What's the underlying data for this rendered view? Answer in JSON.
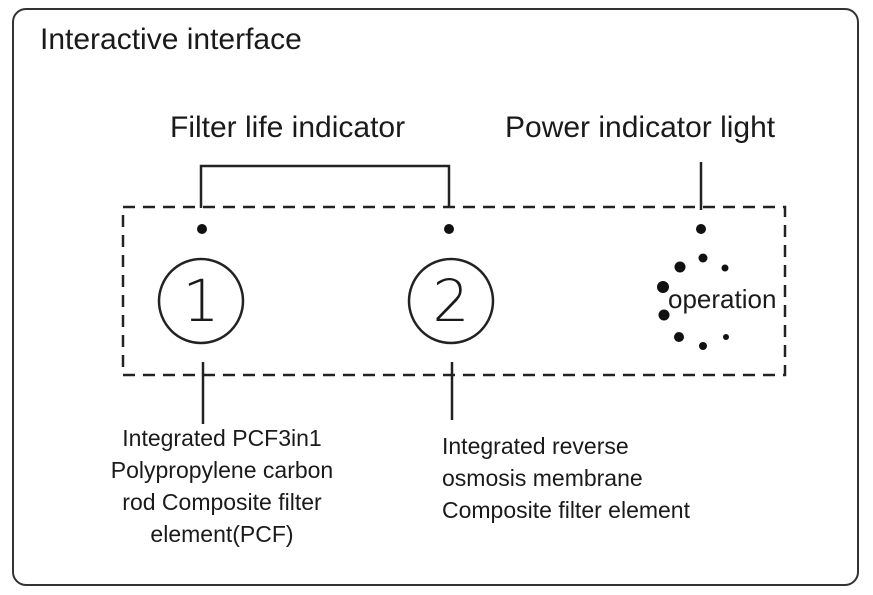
{
  "title": "Interactive interface",
  "labels": {
    "filter_life": "Filter life indicator",
    "power_indicator": "Power indicator light"
  },
  "buttons": {
    "button1": "1",
    "button2": "2",
    "operation": "operation"
  },
  "descriptions": {
    "left": [
      "Integrated PCF3in1",
      "Polypropylene carbon",
      "rod Composite filter",
      "element(PCF)"
    ],
    "right": [
      "Integrated reverse",
      "osmosis membrane",
      "Composite filter element"
    ]
  }
}
